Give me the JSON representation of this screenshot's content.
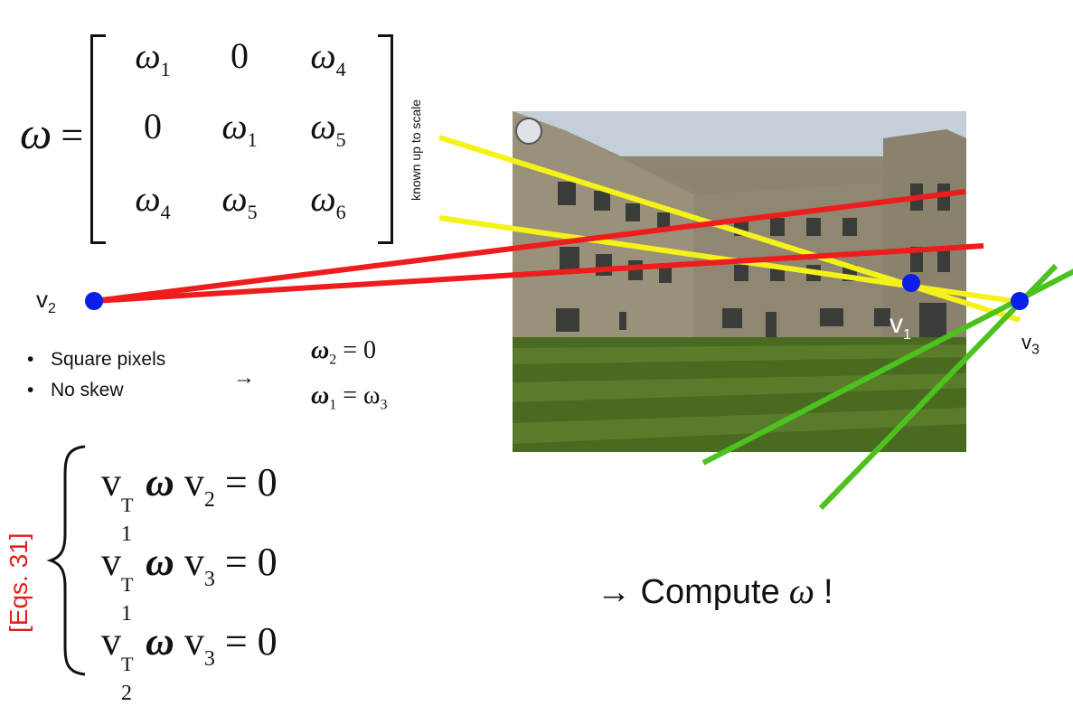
{
  "matrix": {
    "lhs_symbol": "ω",
    "equals": "=",
    "rows": [
      [
        {
          "sym": "ω",
          "sub": "1"
        },
        {
          "sym": "0",
          "sub": ""
        },
        {
          "sym": "ω",
          "sub": "4"
        }
      ],
      [
        {
          "sym": "0",
          "sub": ""
        },
        {
          "sym": "ω",
          "sub": "1"
        },
        {
          "sym": "ω",
          "sub": "5"
        }
      ],
      [
        {
          "sym": "ω",
          "sub": "4"
        },
        {
          "sym": "ω",
          "sub": "5"
        },
        {
          "sym": "ω",
          "sub": "6"
        }
      ]
    ],
    "note": "known up to scale"
  },
  "bullets": [
    "Square pixels",
    "No skew"
  ],
  "arrow": "→",
  "constraints": [
    {
      "lhs": "ω",
      "lhs_sub": "2",
      "rhs": "= 0"
    },
    {
      "lhs": "ω",
      "lhs_sub": "1",
      "rhs": "= ω",
      "rhs_sub": "3"
    }
  ],
  "eq_label": "[Eqs. 31]",
  "equations": [
    {
      "a": "v",
      "a_sup": "T",
      "a_sub": "1",
      "b": "v",
      "b_sub": "2",
      "rhs": "= 0"
    },
    {
      "a": "v",
      "a_sup": "T",
      "a_sub": "1",
      "b": "v",
      "b_sub": "3",
      "rhs": "= 0"
    },
    {
      "a": "v",
      "a_sup": "T",
      "a_sub": "2",
      "b": "v",
      "b_sub": "3",
      "rhs": "= 0"
    }
  ],
  "omega_bold": "ω",
  "vanishing_points": {
    "v1": {
      "base": "v",
      "sub": "1"
    },
    "v2": {
      "base": "v",
      "sub": "2"
    },
    "v3": {
      "base": "v",
      "sub": "3"
    }
  },
  "compute": {
    "prefix": "→ Compute",
    "symbol": "ω",
    "suffix": "!"
  },
  "colors": {
    "red": "#ee1c1c",
    "yellow": "#f5f21a",
    "green": "#4cc21e",
    "point": "#0a1ee8",
    "label_red": "#e0201b"
  }
}
